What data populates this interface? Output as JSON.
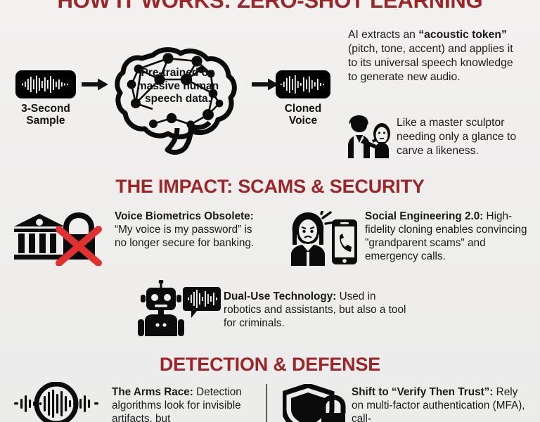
{
  "theme": {
    "accent_heading": "#9e2526",
    "ink": "#111111",
    "background": "#efeeed",
    "alert_red": "#e03131"
  },
  "sections": {
    "how_it_works": {
      "title": "HOW IT WORKS: ZERO-SHOT LEARNING",
      "flow": {
        "input_label": "3-Second\nSample",
        "input_label_line1": "3-Second",
        "input_label_line2": "Sample",
        "brain_caption": "Pre-trained on massive human speech data.",
        "output_label_line1": "Cloned",
        "output_label_line2": "Voice"
      },
      "explainer": {
        "prefix": "AI extracts an ",
        "bold1": "“acoustic token”",
        "suffix": " (pitch, tone, accent) and applies it to its universal speech knowledge to generate new audio."
      },
      "analogy": {
        "text": "Like a master sculptor needing only a glance to carve a likeness.",
        "icon": "sculptor-icon"
      }
    },
    "impact": {
      "title": "THE IMPACT: SCAMS & SECURITY",
      "items": [
        {
          "lead": "Voice Biometrics Obsolete:",
          "body": " “My voice is my password” is no longer secure for banking.",
          "icon": "bank-lock-crossed-icon"
        },
        {
          "lead": "Social Engineering 2.0:",
          "body": " High-fidelity cloning enables convincing \"grandparent scams\" and emergency calls.",
          "icon": "worried-person-phone-icon"
        },
        {
          "lead": "Dual-Use Technology:",
          "body": " Used in robotics and assistants, but also a tool for criminals.",
          "icon": "robot-speech-icon"
        }
      ]
    },
    "detection": {
      "title": "DETECTION & DEFENSE",
      "items": [
        {
          "lead": "The Arms Race:",
          "body": " Detection algorithms look for invisible artifacts, but",
          "icon": "waveform-magnifier-icon"
        },
        {
          "lead": "Shift to “Verify Then Trust”:",
          "body": " Rely on multi-factor authentication (MFA), call-",
          "icon": "shield-lock-icon"
        }
      ]
    }
  }
}
